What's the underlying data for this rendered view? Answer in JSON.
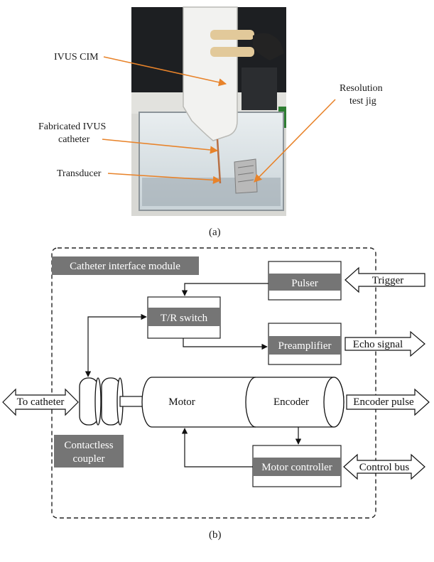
{
  "panel_a": {
    "caption": "(a)",
    "labels": {
      "cim": "IVUS CIM",
      "catheter_line1": "Fabricated IVUS",
      "catheter_line2": "catheter",
      "transducer": "Transducer",
      "jig_line1": "Resolution",
      "jig_line2": "test jig"
    }
  },
  "panel_b": {
    "caption": "(b)",
    "module_title": "Catheter interface module",
    "blocks": {
      "pulser": "Pulser",
      "tr_switch": "T/R switch",
      "preamplifier": "Preamplifier",
      "motor": "Motor",
      "encoder": "Encoder",
      "motor_controller": "Motor controller",
      "coupler_line1": "Contactless",
      "coupler_line2": "coupler"
    },
    "io": {
      "trigger": "Trigger",
      "echo_signal": "Echo signal",
      "to_catheter": "To catheter",
      "encoder_pulse": "Encoder pulse",
      "control_bus": "Control bus"
    }
  },
  "colors": {
    "block_fill": "#757575",
    "annotation_arrow": "#e8832a",
    "line": "#111111"
  }
}
